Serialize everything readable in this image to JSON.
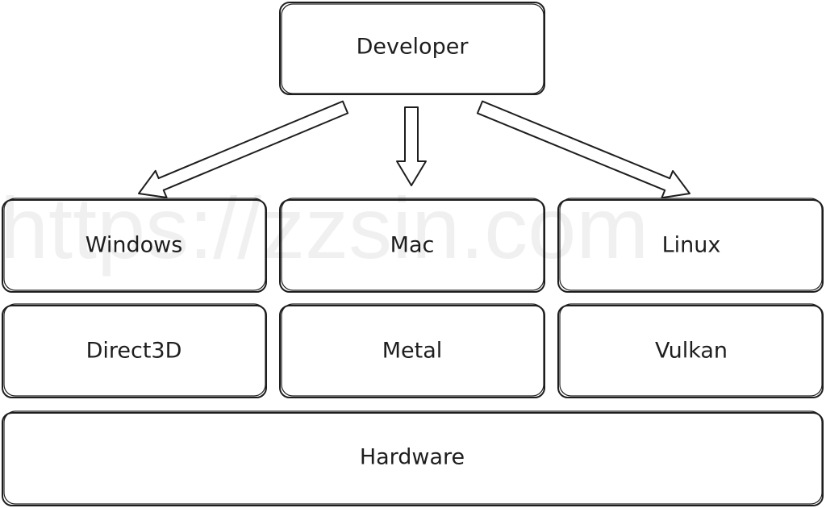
{
  "diagram": {
    "top": "Developer",
    "platforms": [
      "Windows",
      "Mac",
      "Linux"
    ],
    "apis": [
      "Direct3D",
      "Metal",
      "Vulkan"
    ],
    "base": "Hardware"
  },
  "watermark": "https://zzsin.com"
}
